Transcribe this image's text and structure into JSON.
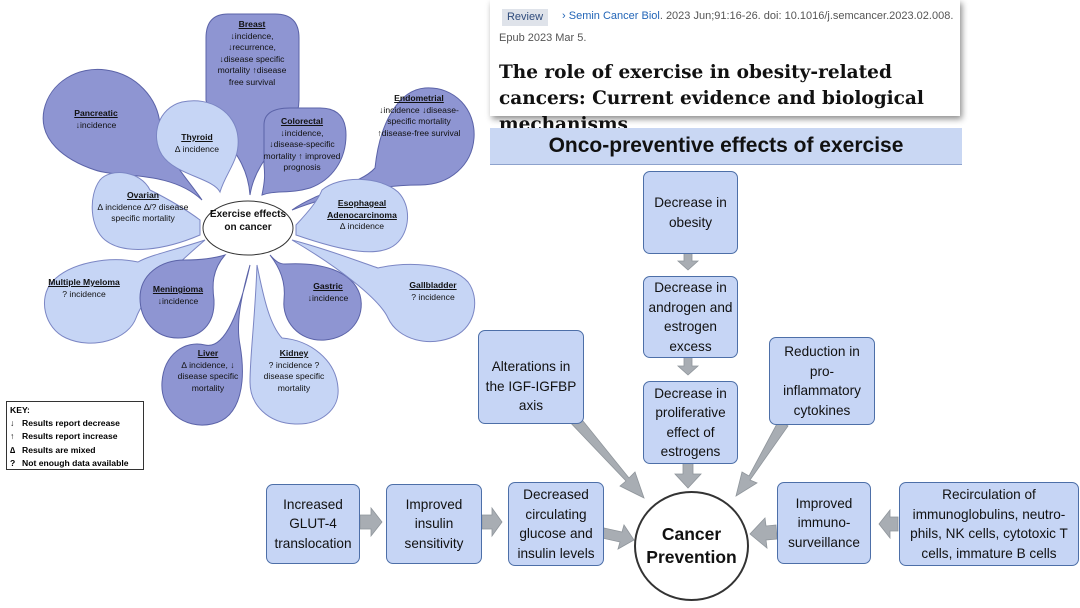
{
  "flower": {
    "center": "Exercise effects on cancer",
    "petals": [
      {
        "name": "Breast",
        "desc": "↓incidence, ↓recurrence, ↓disease specific mortality ↑disease free survival"
      },
      {
        "name": "Pancreatic",
        "desc": "↓incidence"
      },
      {
        "name": "Thyroid",
        "desc": "∆ incidence"
      },
      {
        "name": "Colorectal",
        "desc": "↓incidence, ↓disease-specific mortality ↑ improved prognosis"
      },
      {
        "name": "Endometrial",
        "desc": "↓incidence ↓disease-specific mortality ↑disease-free survival"
      },
      {
        "name": "Ovarian",
        "desc": "∆ incidence ∆/? disease specific mortality"
      },
      {
        "name": "Esophageal Adenocarcinoma",
        "desc": "∆ incidence"
      },
      {
        "name": "Multiple Myeloma",
        "desc": "? incidence"
      },
      {
        "name": "Meningioma",
        "desc": "↓incidence"
      },
      {
        "name": "Gastric",
        "desc": "↓incidence"
      },
      {
        "name": "Gallbladder",
        "desc": "? incidence"
      },
      {
        "name": "Liver",
        "desc": "∆ incidence, ↓ disease specific mortality"
      },
      {
        "name": "Kidney",
        "desc": "? incidence ? disease specific mortality"
      }
    ],
    "key": {
      "title": "KEY:",
      "rows": [
        {
          "sym": "↓",
          "text": "Results report decrease"
        },
        {
          "sym": "↑",
          "text": "Results report increase"
        },
        {
          "sym": "∆",
          "text": "Results are mixed"
        },
        {
          "sym": "?",
          "text": "Not enough data available"
        }
      ]
    }
  },
  "citation": {
    "badge": "Review",
    "journal": "Semin Cancer Biol",
    "details": ". 2023 Jun;91:16-26. doi: 10.1016/j.semcancer.2023.02.008.",
    "epub": "Epub 2023 Mar 5.",
    "title": "The role of exercise in obesity-related cancers: Current evidence and biological mechanisms"
  },
  "flowchart": {
    "banner": "Onco-preventive effects of exercise",
    "obesity": "Decrease in obesity",
    "androgen": "Decrease in androgen and estrogen excess",
    "proliferative": "Decrease in proliferative effect of estrogens",
    "igf": "Alterations in the IGF-IGFBP axis",
    "cytokines": "Reduction in pro-inflammatory cytokines",
    "glut4": "Increased GLUT-4 translocation",
    "insulin_sens": "Improved insulin sensitivity",
    "glucose": "Decreased circulating glucose and insulin levels",
    "immuno": "Improved immuno-surveillance",
    "recirculation": "Recirculation of immunoglobulins, neutro-phils, NK cells, cytotoxic T cells, immature B cells",
    "center": "Cancer Prevention"
  }
}
